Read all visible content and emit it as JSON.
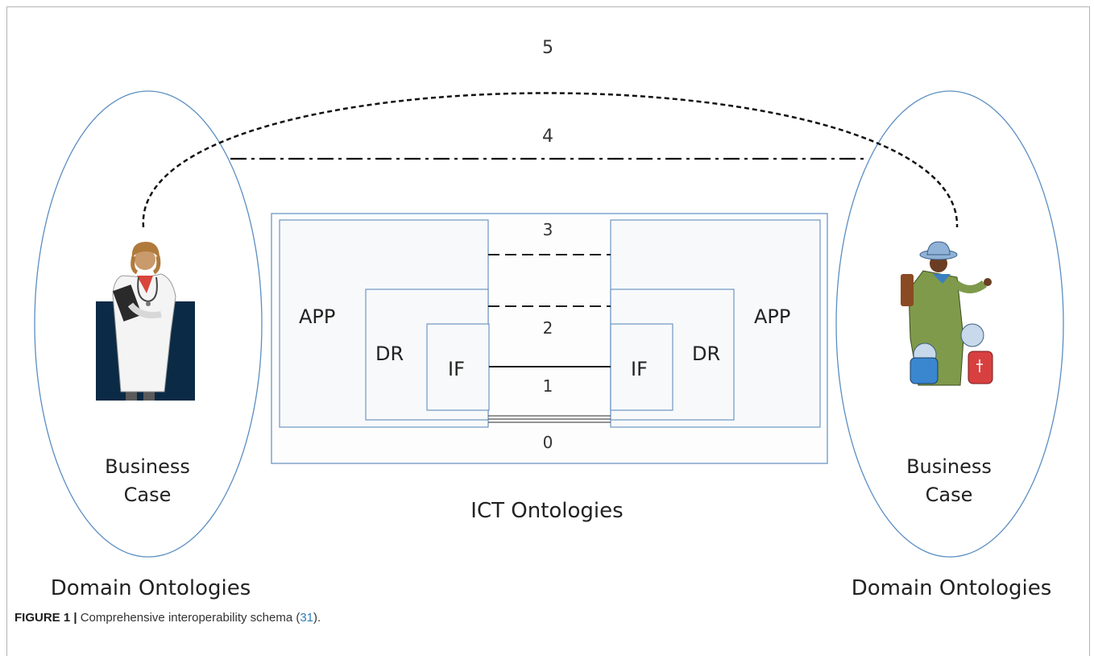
{
  "diagram": {
    "left_case": {
      "line1": "Business",
      "line2": "Case",
      "ontology_label": "Domain Ontologies"
    },
    "right_case": {
      "line1": "Business",
      "line2": "Case",
      "ontology_label": "Domain Ontologies"
    },
    "ict_label": "ICT Ontologies",
    "left_stack": {
      "app": "APP",
      "dr": "DR",
      "if": "IF"
    },
    "right_stack": {
      "app": "APP",
      "dr": "DR",
      "if": "IF"
    },
    "levels": [
      "0",
      "1",
      "2",
      "3",
      "4",
      "5"
    ],
    "colors": {
      "ellipse": "#5b8ec2",
      "box": "#6d96c2",
      "box_fill": "#f8f9fb",
      "connector": "#1f1f1f",
      "portrait_bg": "#0b2a45"
    }
  },
  "caption": {
    "label": "FIGURE 1 |",
    "text": "Comprehensive interoperability schema (",
    "ref": "31",
    "end": ")."
  }
}
